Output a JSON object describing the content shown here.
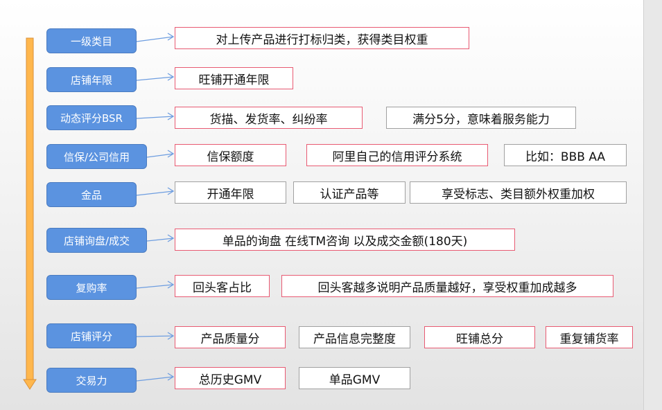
{
  "colors": {
    "label": "#5b93e0",
    "pink_border": "#e85a72",
    "gray_border": "#a0a0a0",
    "timeline": "#ffb74d"
  },
  "rows": [
    {
      "label": "一级类目",
      "details": [
        "对上传产品进行打标归类，获得类目权重"
      ]
    },
    {
      "label": "店铺年限",
      "details": [
        "旺铺开通年限"
      ]
    },
    {
      "label": "动态评分BSR",
      "details": [
        "货描、发货率、纠纷率",
        "满分5分，意味着服务能力"
      ]
    },
    {
      "label": "信保/公司信用",
      "details": [
        "信保额度",
        "阿里自己的信用评分系统",
        "比如：BBB AA"
      ]
    },
    {
      "label": "金品",
      "details": [
        "开通年限",
        "认证产品等",
        "享受标志、类目额外权重加权"
      ]
    },
    {
      "label": "店铺询盘/成交",
      "details": [
        "单品的询盘 在线TM咨询 以及成交金额(180天)"
      ]
    },
    {
      "label": "复购率",
      "details": [
        "回头客占比",
        "回头客越多说明产品质量越好，享受权重加成越多"
      ]
    },
    {
      "label": "店铺评分",
      "details": [
        "产品质量分",
        "产品信息完整度",
        "旺铺总分",
        "重复铺货率"
      ]
    },
    {
      "label": "交易力",
      "details": [
        "总历史GMV",
        "单品GMV"
      ]
    }
  ]
}
